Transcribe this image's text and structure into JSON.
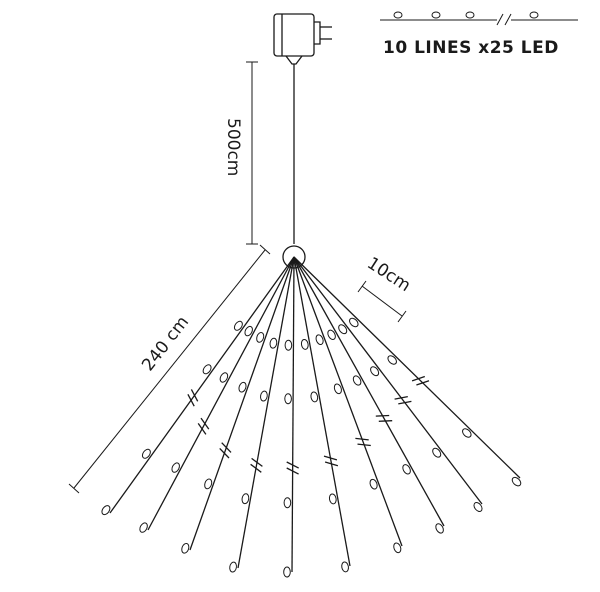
{
  "legend": {
    "label": "10 LINES x25 LED"
  },
  "dimensions": {
    "cable_length": "500cm",
    "branch_length": "240 cm",
    "led_spacing": "10cm"
  },
  "icons": {
    "power_adapter": "power-adapter-icon",
    "led_bulb": "led-bulb-icon",
    "hub": "hub-icon"
  },
  "colors": {
    "line": "#1a1a1a",
    "background": "#ffffff"
  }
}
